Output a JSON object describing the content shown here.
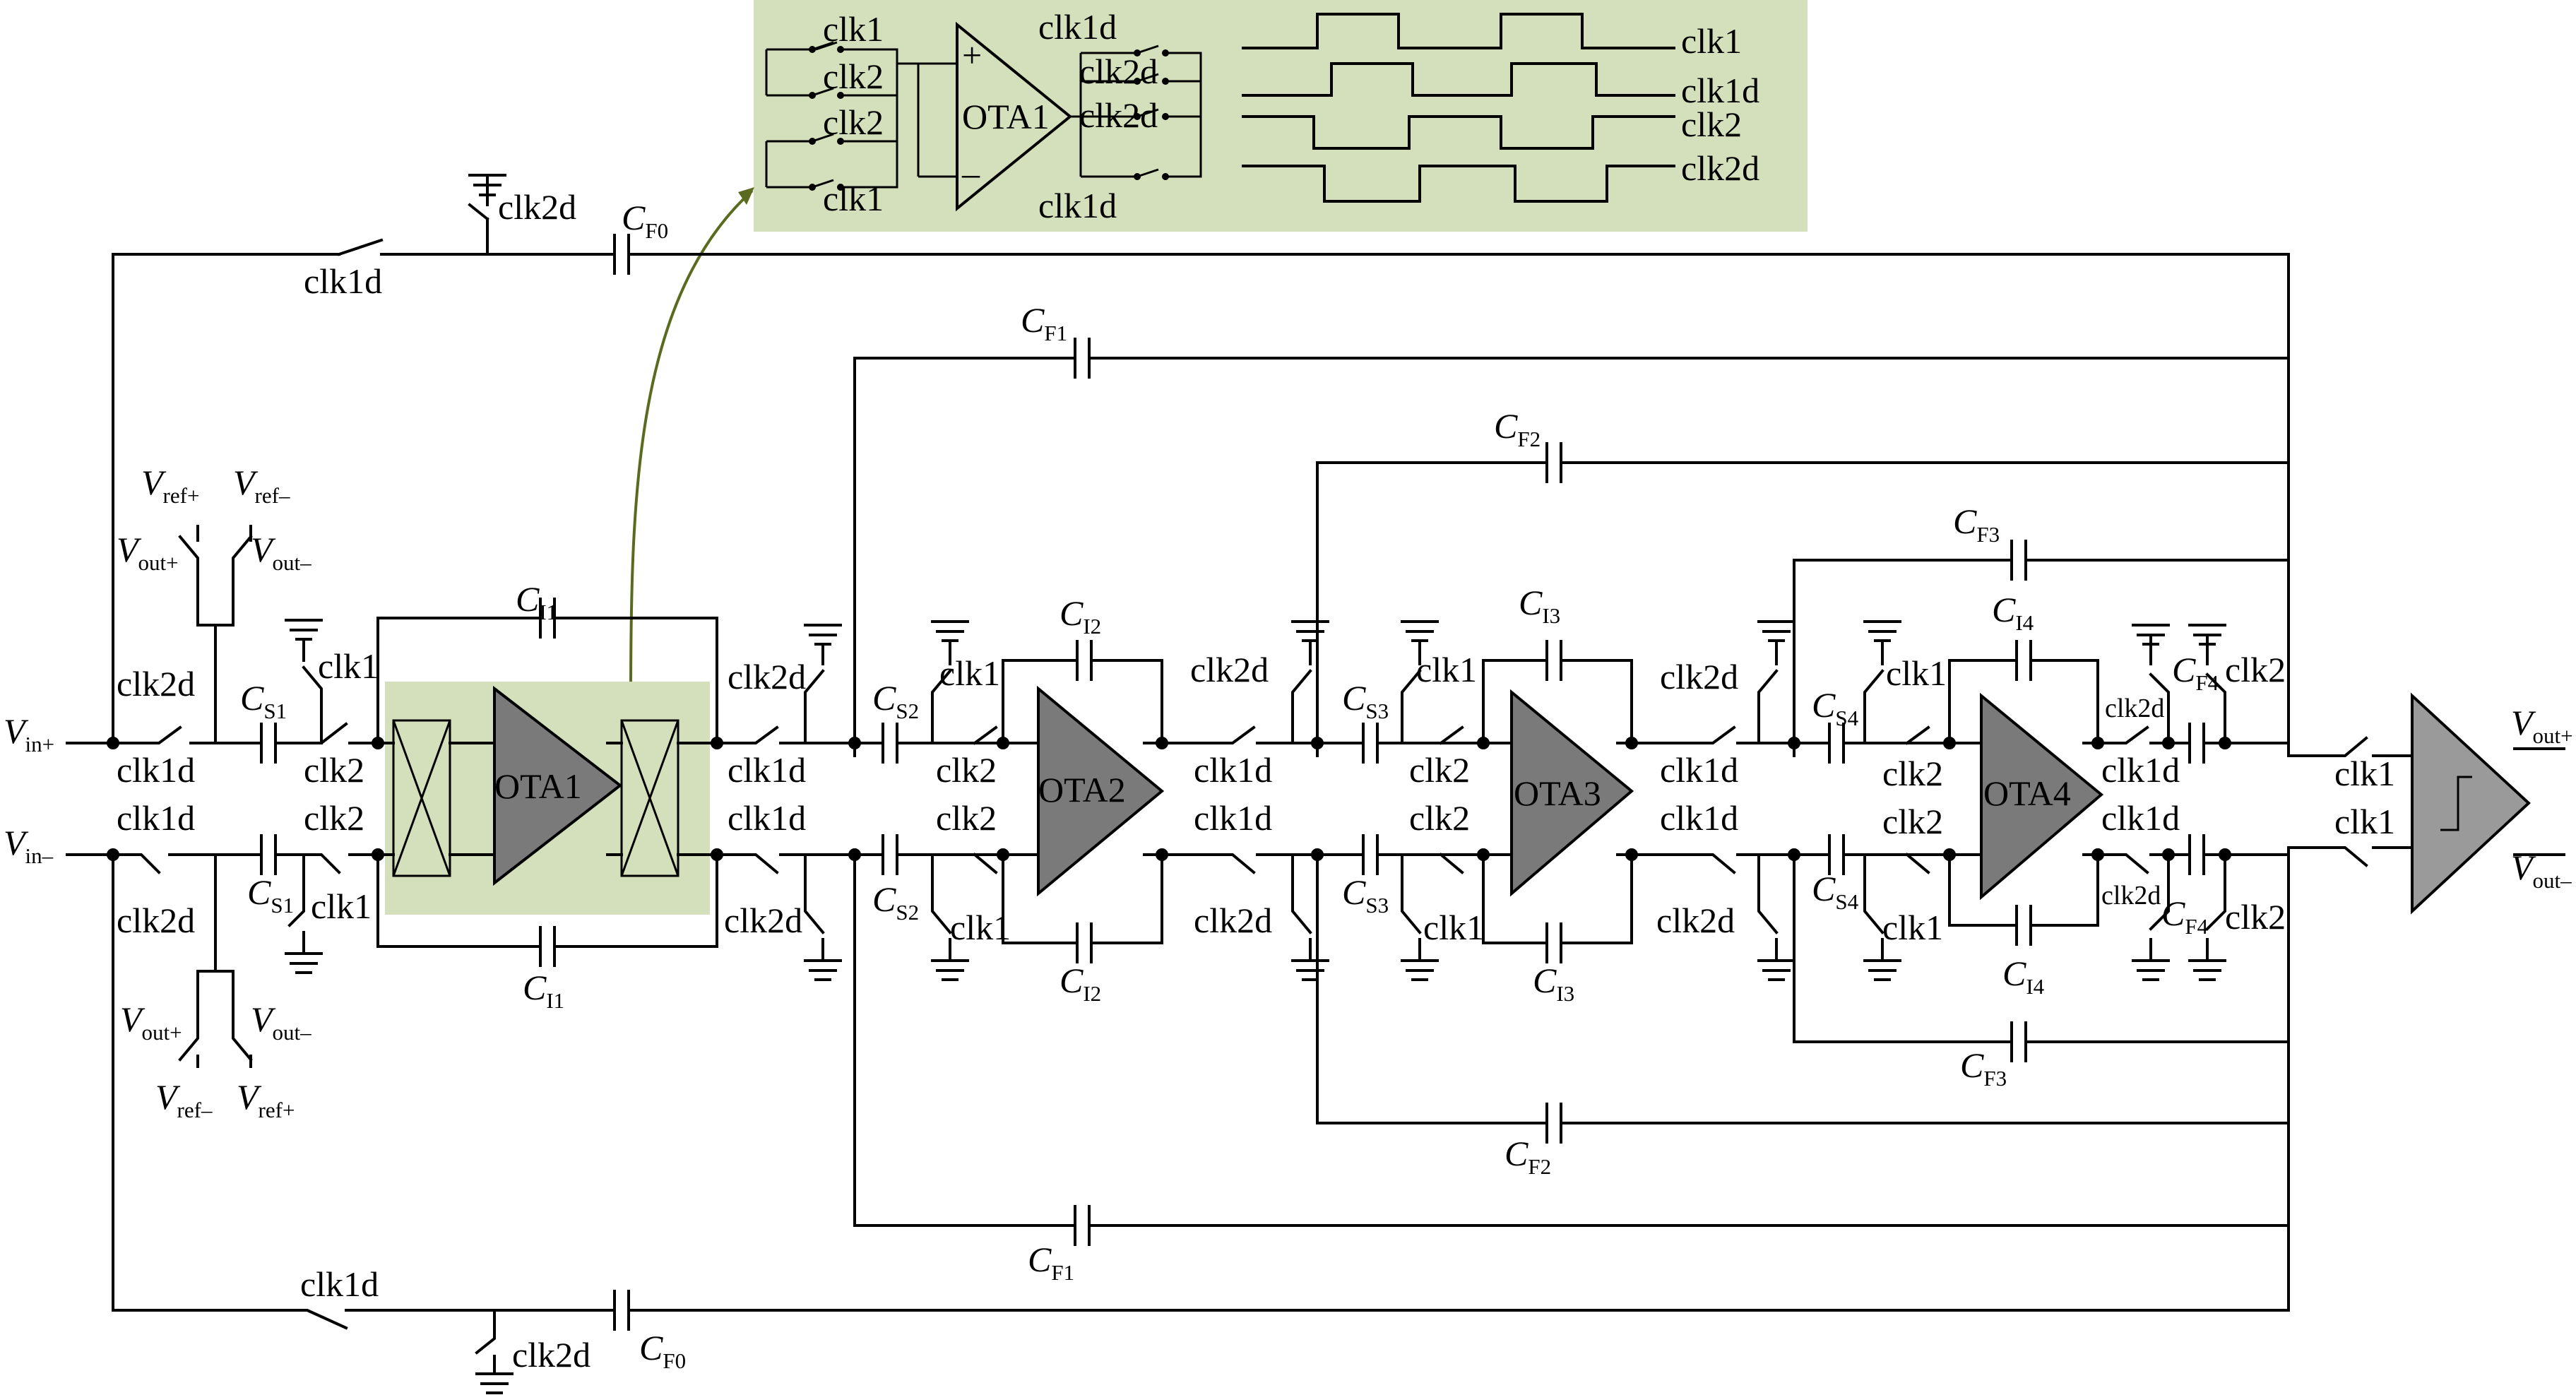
{
  "colors": {
    "highlight": "#d3e0bb",
    "ota_fill": "#7a7a7a",
    "comparator_fill": "#9a9a9a",
    "arrow": "#5a6a1e"
  },
  "labels": {
    "inputs": [
      {
        "main": "V",
        "sub": "in+"
      },
      {
        "main": "V",
        "sub": "in–"
      }
    ],
    "outputs": [
      {
        "main": "V",
        "sub": "out+"
      },
      {
        "main": "V",
        "sub": "out–"
      }
    ],
    "refs_top": [
      {
        "main": "V",
        "sub": "ref+"
      },
      {
        "main": "V",
        "sub": "ref–"
      },
      {
        "main": "V",
        "sub": "out+"
      },
      {
        "main": "V",
        "sub": "out–"
      }
    ],
    "refs_bottom": [
      {
        "main": "V",
        "sub": "out+"
      },
      {
        "main": "V",
        "sub": "out–"
      },
      {
        "main": "V",
        "sub": "ref–"
      },
      {
        "main": "V",
        "sub": "ref+"
      }
    ],
    "ota": [
      "OTA1",
      "OTA2",
      "OTA3",
      "OTA4"
    ],
    "caps": {
      "cf0": {
        "main": "C",
        "sub": "F0"
      },
      "cf1": {
        "main": "C",
        "sub": "F1"
      },
      "cf2": {
        "main": "C",
        "sub": "F2"
      },
      "cf3": {
        "main": "C",
        "sub": "F3"
      },
      "cf4": {
        "main": "C",
        "sub": "F4"
      },
      "cs1": {
        "main": "C",
        "sub": "S1"
      },
      "cs2": {
        "main": "C",
        "sub": "S2"
      },
      "cs3": {
        "main": "C",
        "sub": "S3"
      },
      "cs4": {
        "main": "C",
        "sub": "S4"
      },
      "ci1": {
        "main": "C",
        "sub": "I1"
      },
      "ci2": {
        "main": "C",
        "sub": "I2"
      },
      "ci3": {
        "main": "C",
        "sub": "I3"
      },
      "ci4": {
        "main": "C",
        "sub": "I4"
      }
    },
    "clocks": {
      "clk1": "clk1",
      "clk2": "clk2",
      "clk1d": "clk1d",
      "clk2d": "clk2d"
    }
  },
  "inset": {
    "ota": "OTA1",
    "plus": "+",
    "minus": "–",
    "switch_labels_left": [
      "clk1",
      "clk2",
      "clk2",
      "clk1"
    ],
    "switch_labels_right": [
      "clk1d",
      "clk2d",
      "clk2d",
      "clk1d"
    ],
    "timing_labels": [
      "clk1",
      "clk1d",
      "clk2",
      "clk2d"
    ]
  }
}
